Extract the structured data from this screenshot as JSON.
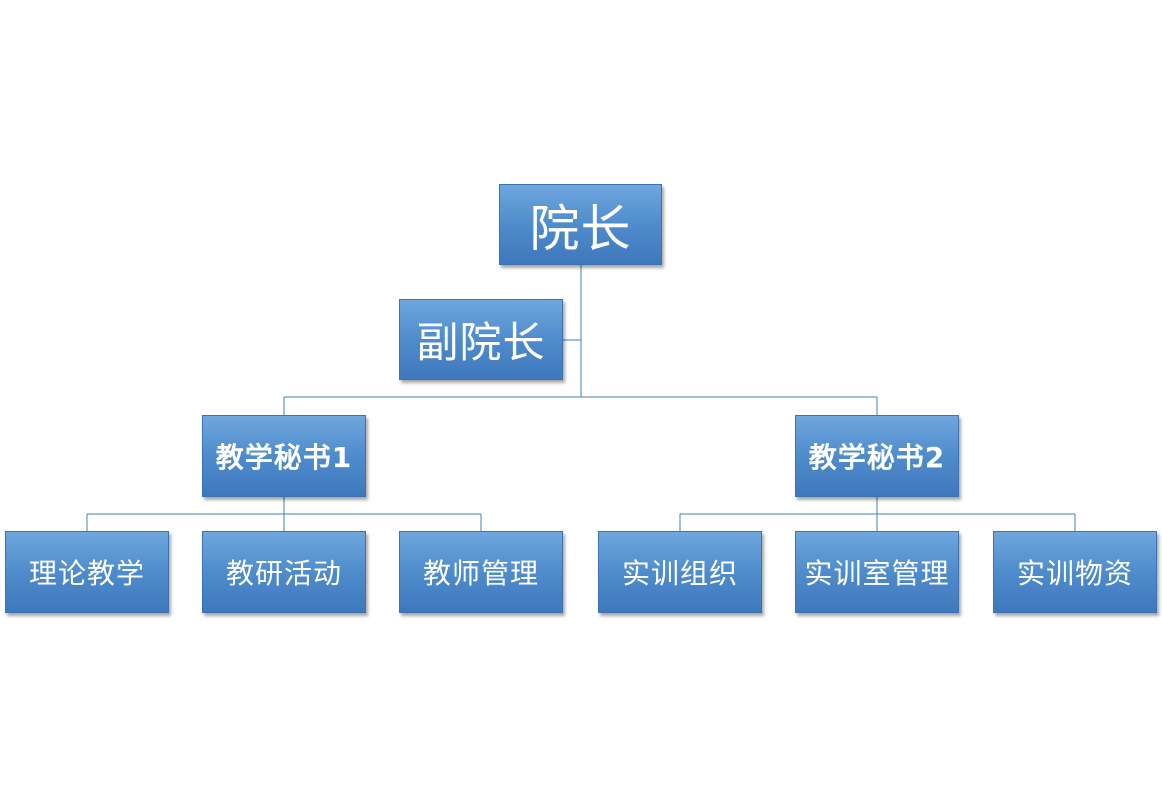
{
  "org_chart": {
    "dean": "院长",
    "vice_dean": "副院长",
    "secretaries": [
      {
        "label": "教学秘书1",
        "children": [
          "理论教学",
          "教研活动",
          "教师管理"
        ]
      },
      {
        "label": "教学秘书2",
        "children": [
          "实训组织",
          "实训室管理",
          "实训物资"
        ]
      }
    ]
  },
  "colors": {
    "node_fill_top": "#6fa7de",
    "node_fill_bottom": "#3f78bd",
    "node_border": "#3c74b3",
    "connector": "#3f7fb8",
    "node_text": "#ffffff",
    "background": "#ffffff"
  }
}
